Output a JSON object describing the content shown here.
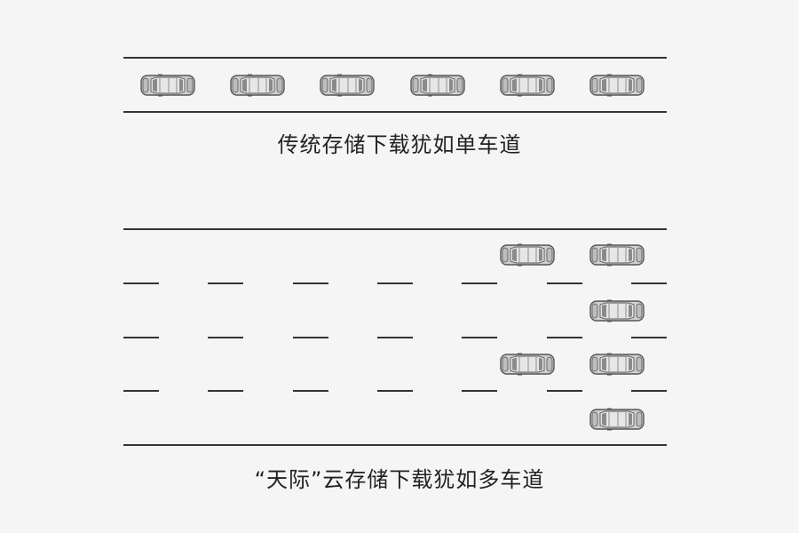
{
  "diagram": {
    "single_lane": {
      "caption": "传统存储下载犹如单车道",
      "car_count": 6
    },
    "multi_lane": {
      "caption": "“天际”云存储下载犹如多车道",
      "lanes": 4,
      "cars_per_lane": [
        2,
        1,
        2,
        1
      ]
    }
  },
  "colors": {
    "background": "#f5f5f5",
    "road_line": "#333333",
    "car_body": "#d0d0d0",
    "car_outline": "#555555",
    "car_window": "#8a8a8a"
  }
}
